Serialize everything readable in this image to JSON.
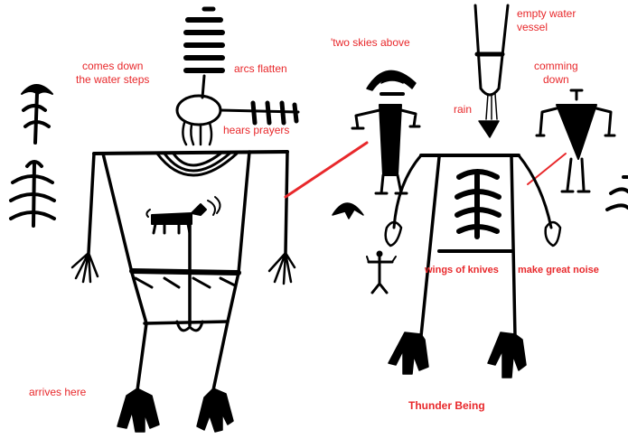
{
  "labels": {
    "comes_down": [
      "comes down",
      "the water steps"
    ],
    "arcs_flatten": "arcs flatten",
    "hears_prayers": "hears prayers",
    "two_skies": "'two skies above",
    "empty_vessel": [
      "empty water",
      "vessel"
    ],
    "rain": "rain",
    "comming_down": [
      "comming",
      "down"
    ],
    "wings_of_knives": "wings of knives",
    "make_great_noise": "make great noise",
    "arrives_here": "arrives here",
    "thunder_being": "Thunder Being"
  },
  "colors": {
    "ink": "#000000",
    "label": "#e8282b",
    "connector": "#e8282b",
    "background": "#ffffff"
  }
}
